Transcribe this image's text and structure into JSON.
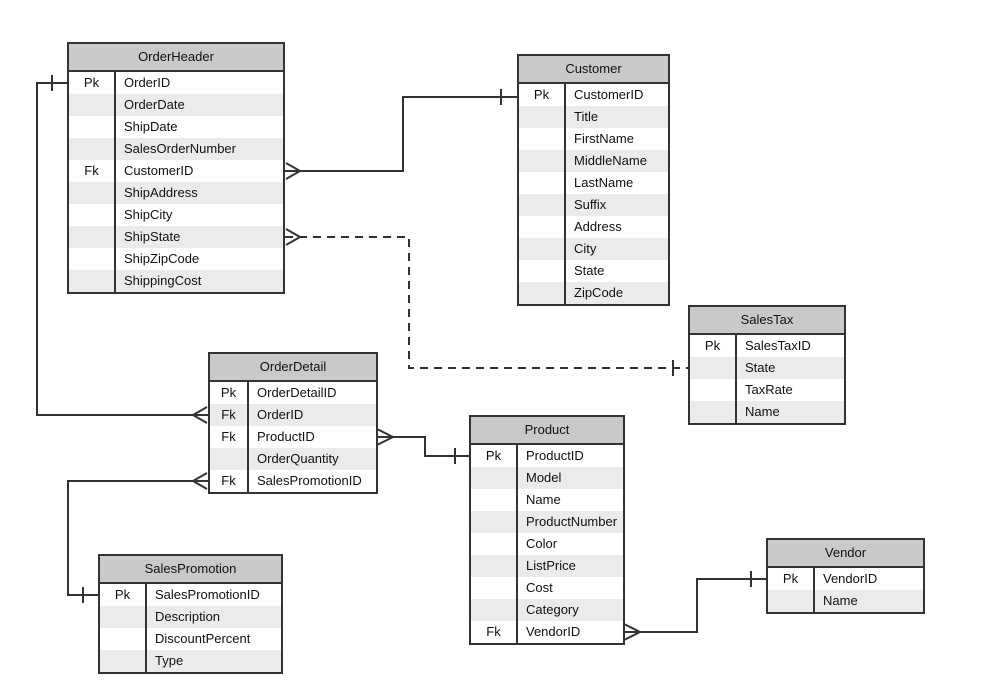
{
  "diagram": {
    "type": "entity-relationship",
    "colors": {
      "header_fill": "#c9c9c9",
      "stripe_fill": "#ebebeb",
      "row_fill": "#ffffff",
      "border": "#333333",
      "connector": "#333333",
      "text": "#111111",
      "background": "#ffffff"
    },
    "tables": [
      {
        "name": "OrderHeader",
        "rows": [
          {
            "key": "Pk",
            "field": "OrderID"
          },
          {
            "key": "",
            "field": "OrderDate"
          },
          {
            "key": "",
            "field": "ShipDate"
          },
          {
            "key": "",
            "field": "SalesOrderNumber"
          },
          {
            "key": "Fk",
            "field": "CustomerID"
          },
          {
            "key": "",
            "field": "ShipAddress"
          },
          {
            "key": "",
            "field": "ShipCity"
          },
          {
            "key": "",
            "field": "ShipState"
          },
          {
            "key": "",
            "field": "ShipZipCode"
          },
          {
            "key": "",
            "field": "ShippingCost"
          }
        ]
      },
      {
        "name": "Customer",
        "rows": [
          {
            "key": "Pk",
            "field": "CustomerID"
          },
          {
            "key": "",
            "field": "Title"
          },
          {
            "key": "",
            "field": "FirstName"
          },
          {
            "key": "",
            "field": "MiddleName"
          },
          {
            "key": "",
            "field": "LastName"
          },
          {
            "key": "",
            "field": "Suffix"
          },
          {
            "key": "",
            "field": "Address"
          },
          {
            "key": "",
            "field": "City"
          },
          {
            "key": "",
            "field": "State"
          },
          {
            "key": "",
            "field": "ZipCode"
          }
        ]
      },
      {
        "name": "SalesTax",
        "rows": [
          {
            "key": "Pk",
            "field": "SalesTaxID"
          },
          {
            "key": "",
            "field": "State"
          },
          {
            "key": "",
            "field": "TaxRate"
          },
          {
            "key": "",
            "field": "Name"
          }
        ]
      },
      {
        "name": "OrderDetail",
        "rows": [
          {
            "key": "Pk",
            "field": "OrderDetailID"
          },
          {
            "key": "Fk",
            "field": "OrderID"
          },
          {
            "key": "Fk",
            "field": "ProductID"
          },
          {
            "key": "",
            "field": "OrderQuantity"
          },
          {
            "key": "Fk",
            "field": "SalesPromotionID"
          }
        ]
      },
      {
        "name": "Product",
        "rows": [
          {
            "key": "Pk",
            "field": "ProductID"
          },
          {
            "key": "",
            "field": "Model"
          },
          {
            "key": "",
            "field": "Name"
          },
          {
            "key": "",
            "field": "ProductNumber"
          },
          {
            "key": "",
            "field": "Color"
          },
          {
            "key": "",
            "field": "ListPrice"
          },
          {
            "key": "",
            "field": "Cost"
          },
          {
            "key": "",
            "field": "Category"
          },
          {
            "key": "Fk",
            "field": "VendorID"
          }
        ]
      },
      {
        "name": "Vendor",
        "rows": [
          {
            "key": "Pk",
            "field": "VendorID"
          },
          {
            "key": "",
            "field": "Name"
          }
        ]
      },
      {
        "name": "SalesPromotion",
        "rows": [
          {
            "key": "Pk",
            "field": "SalesPromotionID"
          },
          {
            "key": "",
            "field": "Description"
          },
          {
            "key": "",
            "field": "DiscountPercent"
          },
          {
            "key": "",
            "field": "Type"
          }
        ]
      }
    ],
    "relationships": [
      {
        "from": "OrderHeader.CustomerID",
        "to": "Customer.CustomerID",
        "from_cardinality": "many",
        "to_cardinality": "one",
        "style": "solid"
      },
      {
        "from": "OrderHeader.ShipState",
        "to": "SalesTax.State",
        "from_cardinality": "many",
        "to_cardinality": "one",
        "style": "dashed"
      },
      {
        "from": "OrderDetail.OrderID",
        "to": "OrderHeader.OrderID",
        "from_cardinality": "many",
        "to_cardinality": "one",
        "style": "solid"
      },
      {
        "from": "OrderDetail.ProductID",
        "to": "Product.ProductID",
        "from_cardinality": "many",
        "to_cardinality": "one",
        "style": "solid"
      },
      {
        "from": "OrderDetail.SalesPromotionID",
        "to": "SalesPromotion.SalesPromotionID",
        "from_cardinality": "many",
        "to_cardinality": "one",
        "style": "solid"
      },
      {
        "from": "Product.VendorID",
        "to": "Vendor.VendorID",
        "from_cardinality": "many",
        "to_cardinality": "one",
        "style": "solid"
      }
    ]
  }
}
